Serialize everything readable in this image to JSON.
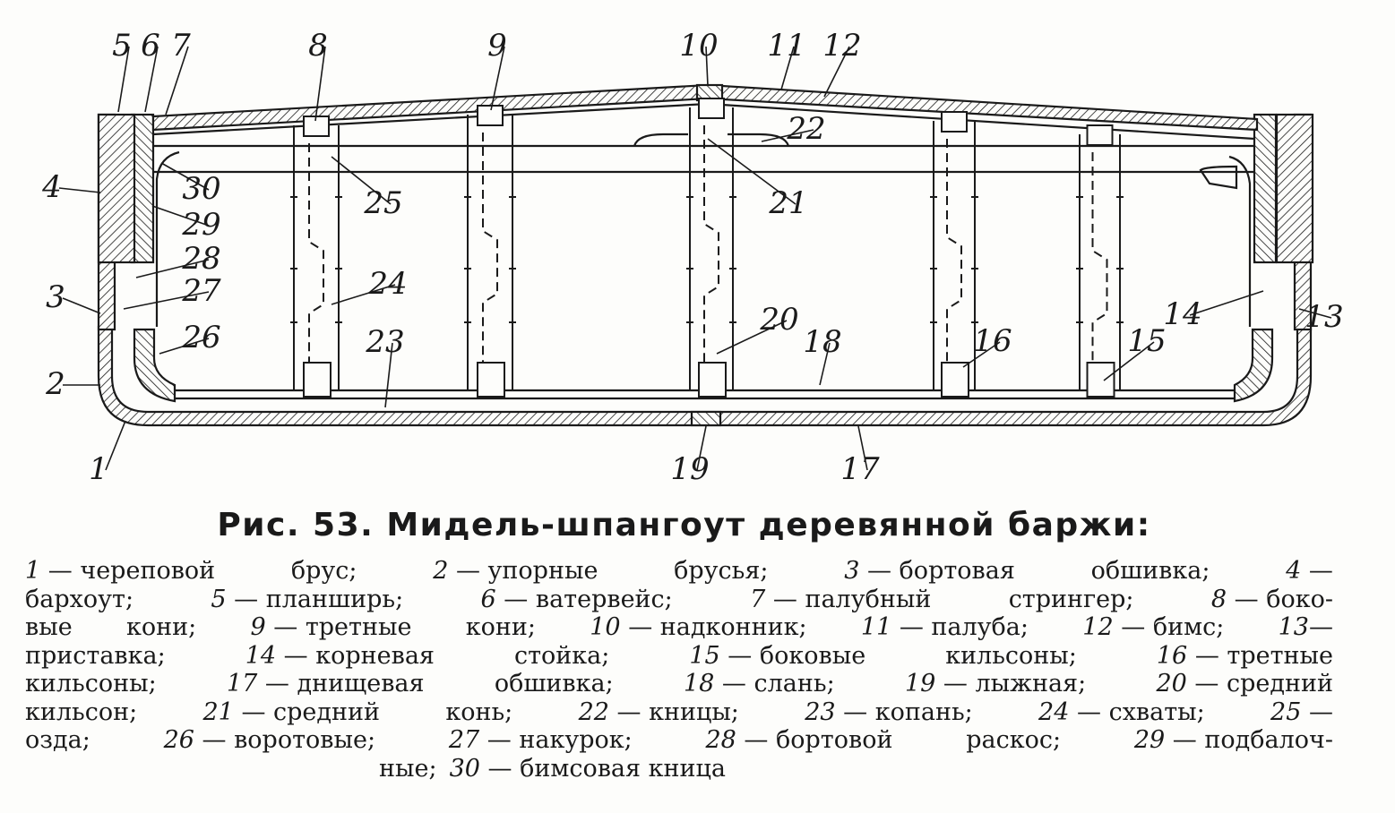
{
  "figure": {
    "caption": "Рис. 53. Мидель-шпангоут деревянной баржи:",
    "part_numbers": [
      "1",
      "2",
      "3",
      "4",
      "5",
      "6",
      "7",
      "8",
      "9",
      "10",
      "11",
      "12",
      "13",
      "14",
      "15",
      "16",
      "17",
      "18",
      "19",
      "20",
      "21",
      "22",
      "23",
      "24",
      "25",
      "26",
      "27",
      "28",
      "29",
      "30"
    ],
    "legend_lines": [
      [
        "1 — череповой",
        "брус;",
        "2 — упорные",
        "брусья;",
        "3 — бортовая",
        "обшивка;",
        "4 —"
      ],
      [
        "бархоут;",
        "5 — планширь;",
        "6 — ватервейс;",
        "7 — палубный",
        "стрингер;",
        "8 — боко-"
      ],
      [
        "вые",
        "кони;",
        "9 — третные",
        "кони;",
        "10 — надконник;",
        "11 — палуба;",
        "12 — бимс;",
        "13—"
      ],
      [
        "приставка;",
        "14 — корневая",
        "стойка;",
        "15 — боковые",
        "кильсоны;",
        "16 — третные"
      ],
      [
        "кильсоны;",
        "17 — днищевая",
        "обшивка;",
        "18 — слань;",
        "19 — лыжная;",
        "20 — средний"
      ],
      [
        "кильсон;",
        "21 — средний",
        "конь;",
        "22 — кницы;",
        "23 — копань;",
        "24 — схваты;",
        "25 —"
      ],
      [
        "озда;",
        "26 — воротовые;",
        "27 — накурок;",
        "28 — бортовой",
        "раскос;",
        "29 — подбалоч-"
      ],
      [
        "ные;",
        "30 — бимсовая кница"
      ]
    ]
  },
  "colors": {
    "ink": "#1a1a1a",
    "paper": "#fdfdfb"
  }
}
